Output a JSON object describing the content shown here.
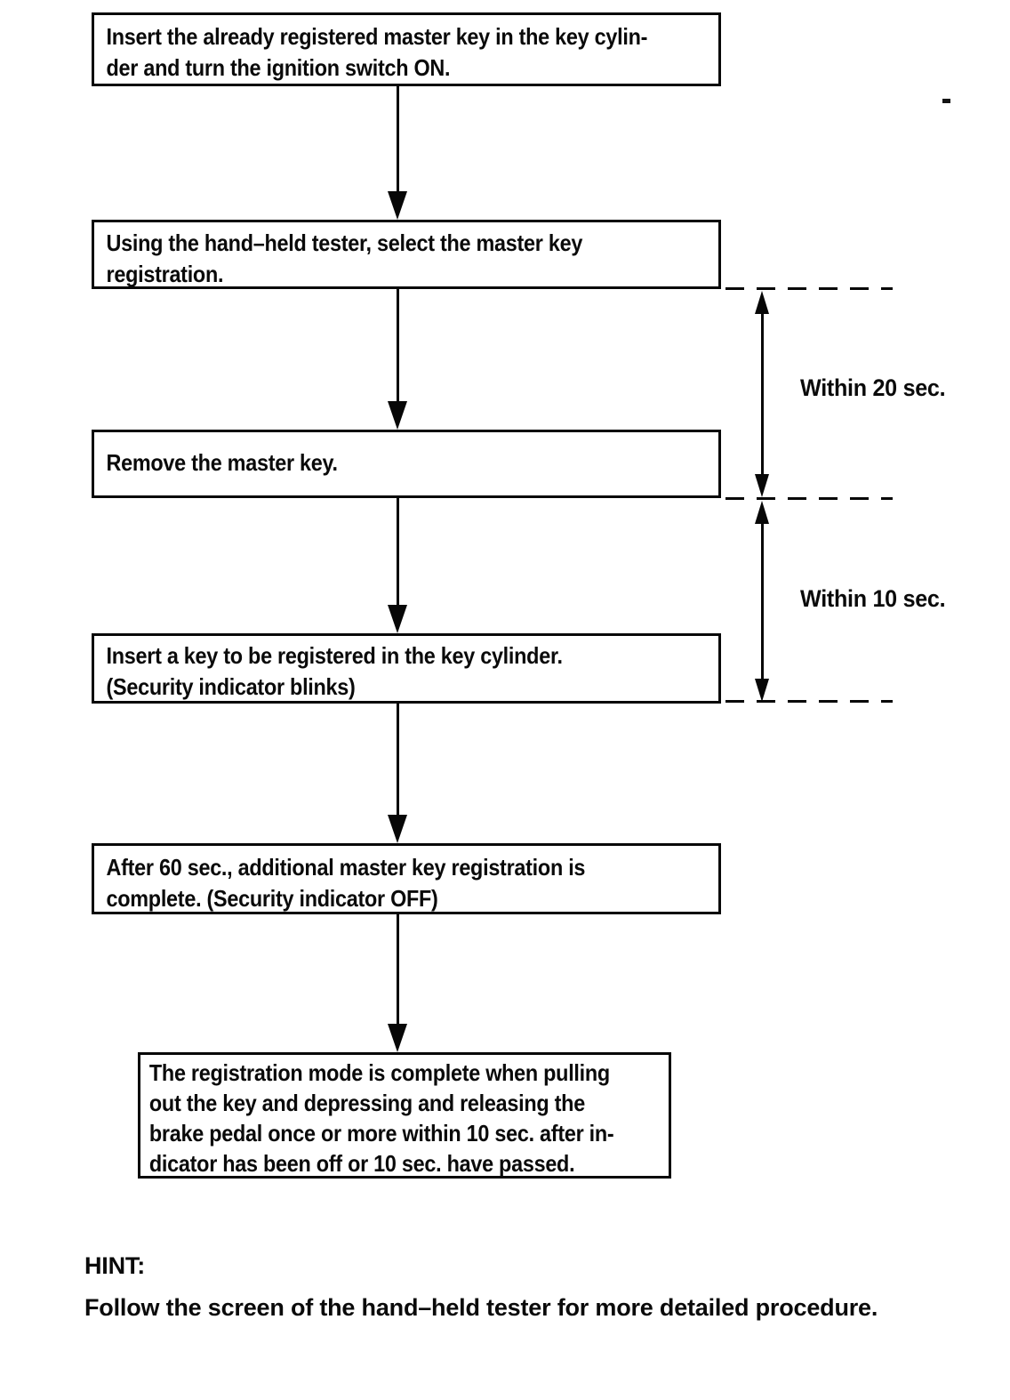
{
  "page": {
    "kind": "scanned manual flowchart page",
    "background": "#ffffff",
    "ink": "#070707"
  },
  "flowchart": {
    "steps": [
      {
        "text": [
          "Insert the already registered master key in the key cylin-",
          "der and turn the ignition switch ON."
        ]
      },
      {
        "text": [
          "Using the hand–held tester, select the master key",
          "registration."
        ]
      },
      {
        "text": [
          "Remove the master key."
        ]
      },
      {
        "text": [
          "Insert a key to be registered in the key cylinder.",
          "(Security indicator blinks)"
        ]
      },
      {
        "text": [
          "After 60 sec., additional master key registration is",
          "complete. (Security indicator OFF)"
        ]
      },
      {
        "text": [
          "The registration mode is complete when pulling",
          "out the key and depressing and releasing the",
          "brake pedal once or more within 10 sec. after in-",
          "dicator has been off or 10 sec. have passed."
        ]
      }
    ],
    "timing_annotations": [
      {
        "label": "Within 20 sec."
      },
      {
        "label": "Within 10 sec."
      }
    ]
  },
  "hint": {
    "title": "HINT:",
    "body": "Follow the screen of the hand–held tester for more detailed procedure."
  }
}
